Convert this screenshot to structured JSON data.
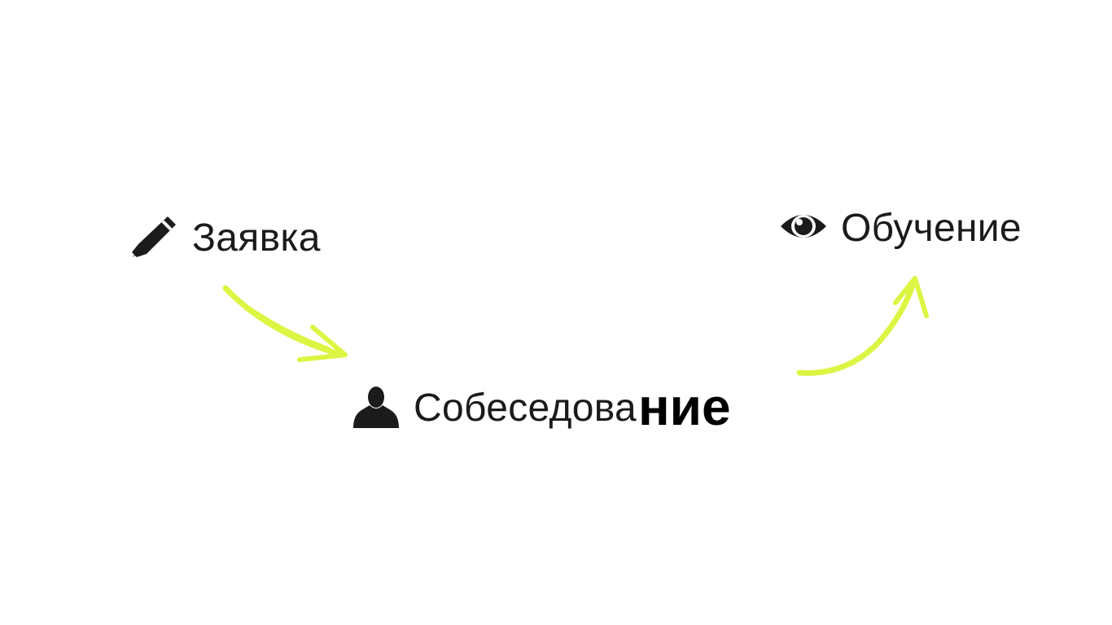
{
  "steps": [
    {
      "icon": "pencil-icon",
      "label": "Заявка"
    },
    {
      "icon": "person-icon",
      "label_main": "Собеседова",
      "label_suffix": "ние"
    },
    {
      "icon": "eye-icon",
      "label": "Обучение"
    }
  ],
  "colors": {
    "text": "#1b1b1b",
    "arrow": "#dcf542",
    "background": "#ffffff"
  }
}
